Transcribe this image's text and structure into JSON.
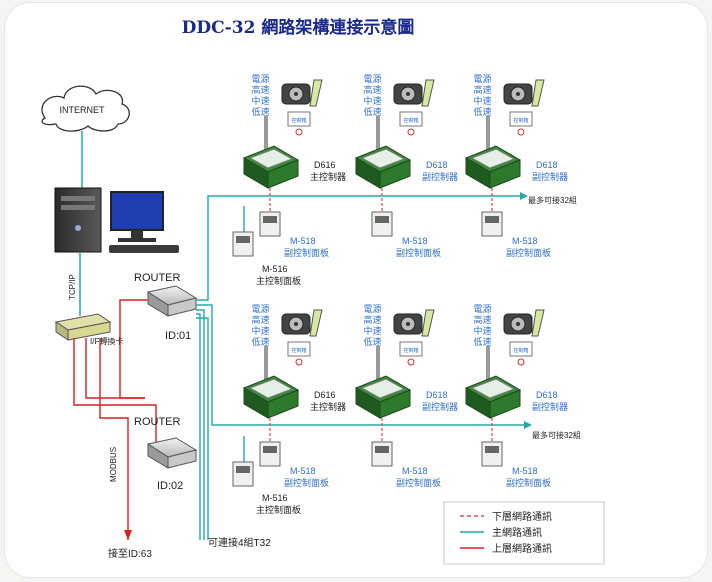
{
  "title": "DDC-32 網路架構連接示意圖",
  "internet_label": "INTERNET",
  "tcpip_label": "TCP/IP",
  "converter_label": "I/F轉換卡",
  "modbus_label": "MODBUS",
  "router1": {
    "label": "ROUTER",
    "id": "ID:01"
  },
  "router2": {
    "label": "ROUTER",
    "id": "ID:02"
  },
  "connect_to": "接至ID:63",
  "connect_4": "可連接4組T32",
  "max_32": "最多可接32組",
  "fan_lines": [
    "電",
    "源",
    "高",
    "速",
    "中",
    "速",
    "低",
    "速"
  ],
  "fan_box": "控制箱",
  "controllers": {
    "main": {
      "model": "D616",
      "name": "主控制器"
    },
    "sub": {
      "model": "D618",
      "name": "副控制器"
    }
  },
  "panels": {
    "main": {
      "model": "M-516",
      "name": "主控制面板"
    },
    "sub": {
      "model": "M-518",
      "name": "副控制面板"
    }
  },
  "legend": [
    {
      "label": "下層網路通訊",
      "color": "#e05050",
      "style": "dashed"
    },
    {
      "label": "主網路通訊",
      "color": "#27a8a8",
      "style": "solid"
    },
    {
      "label": "上層網路通訊",
      "color": "#d82020",
      "style": "solid"
    }
  ],
  "colors": {
    "main_net": "#27a8a8",
    "upper_net": "#d82020",
    "lower_net": "#e05050",
    "title": "#1a2a8a"
  }
}
